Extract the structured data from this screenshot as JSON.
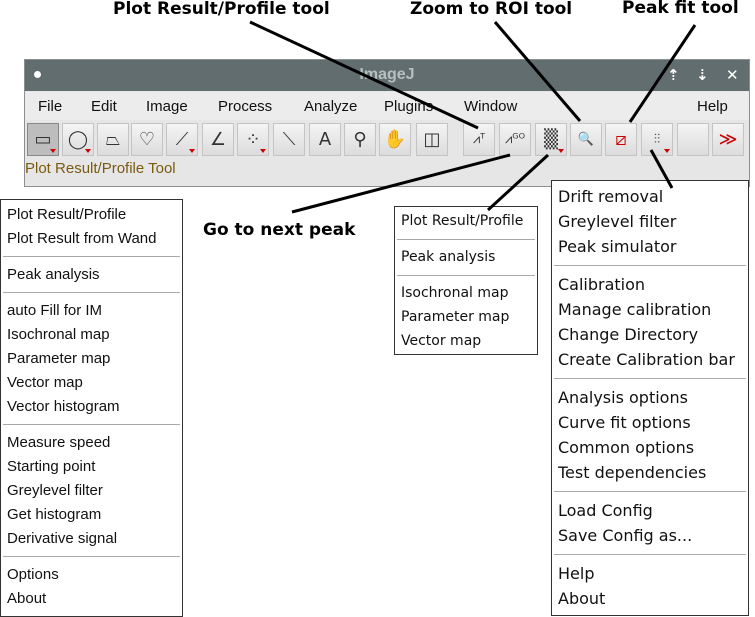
{
  "annotations": {
    "plot_tool": "Plot Result/Profile tool",
    "zoom_tool": "Zoom to ROI tool",
    "peak_fit_tool": "Peak fit tool",
    "next_peak": "Go to next peak"
  },
  "window": {
    "title": "ImageJ",
    "controls": [
      "⇡",
      "⇣",
      "✕"
    ],
    "menus": [
      "File",
      "Edit",
      "Image",
      "Process",
      "Analyze",
      "Plugins",
      "Window",
      "Help"
    ],
    "status": "Plot Result/Profile Tool"
  },
  "toolbar": {
    "tools": [
      {
        "name": "rectangle-tool",
        "icon": "rectangle-icon",
        "glyph": "▭",
        "selected": true,
        "dropdown": true
      },
      {
        "name": "oval-tool",
        "icon": "oval-icon",
        "glyph": "◯",
        "dropdown": true
      },
      {
        "name": "polygon-tool",
        "icon": "polygon-icon",
        "glyph": "⏢"
      },
      {
        "name": "freehand-tool",
        "icon": "freehand-icon",
        "glyph": "♡"
      },
      {
        "name": "line-tool",
        "icon": "line-icon",
        "glyph": "⟋",
        "dropdown": true
      },
      {
        "name": "angle-tool",
        "icon": "angle-icon",
        "glyph": "∠"
      },
      {
        "name": "multipoint-tool",
        "icon": "multipoint-icon",
        "glyph": "⁘",
        "dropdown": true
      },
      {
        "name": "wand-tool",
        "icon": "wand-icon",
        "glyph": "⟍"
      },
      {
        "name": "text-tool",
        "icon": "text-icon",
        "glyph": "A"
      },
      {
        "name": "magnifier-tool",
        "icon": "magnifier-icon",
        "glyph": "⚲"
      },
      {
        "name": "hand-tool",
        "icon": "hand-icon",
        "glyph": "✋"
      },
      {
        "name": "color-picker-tool",
        "icon": "color-picker-icon",
        "glyph": "◫"
      },
      {
        "name": "plot-result-profile-tool",
        "icon": "plot-profile-icon",
        "glyph": "⩘ᵀ"
      },
      {
        "name": "go-to-next-peak-tool",
        "icon": "next-peak-icon",
        "glyph": "⩘ᴳᴼ"
      },
      {
        "name": "peak-distribution-tool",
        "icon": "peak-distribution-icon",
        "glyph": "▒",
        "dropdown": true
      },
      {
        "name": "zoom-to-roi-tool",
        "icon": "zoom-roi-icon",
        "glyph": "🔍"
      },
      {
        "name": "peak-fit-tool",
        "icon": "peak-fit-icon",
        "glyph": "⧄"
      },
      {
        "name": "options-tool",
        "icon": "sliders-icon",
        "glyph": "⫶⫶",
        "dropdown": true
      },
      {
        "name": "empty-tool",
        "icon": "blank-icon",
        "glyph": ""
      },
      {
        "name": "more-tools",
        "icon": "double-chevron-right-icon",
        "glyph": "≫"
      }
    ],
    "accent": "#cc0000"
  },
  "left_menu": [
    "Plot Result/Profile",
    "Plot Result from Wand",
    "-",
    "Peak analysis",
    "-",
    "auto Fill for IM",
    "Isochronal map",
    "Parameter map",
    "Vector map",
    "Vector histogram",
    "-",
    "Measure speed",
    "Starting point",
    "Greylevel filter",
    "Get histogram",
    "Derivative signal",
    "-",
    "Options",
    "About"
  ],
  "middle_menu": [
    "Plot Result/Profile",
    "-",
    "Peak analysis",
    "-",
    "Isochronal map",
    "Parameter map",
    "Vector map"
  ],
  "right_menu": [
    "Drift removal",
    "Greylevel filter",
    "Peak simulator",
    "-",
    "Calibration",
    "Manage calibration",
    "Change Directory",
    "Create Calibration bar",
    "-",
    "Analysis options",
    "Curve fit options",
    "Common options",
    "Test dependencies",
    "-",
    "Load Config",
    "Save Config as...",
    "-",
    "Help",
    "About"
  ]
}
